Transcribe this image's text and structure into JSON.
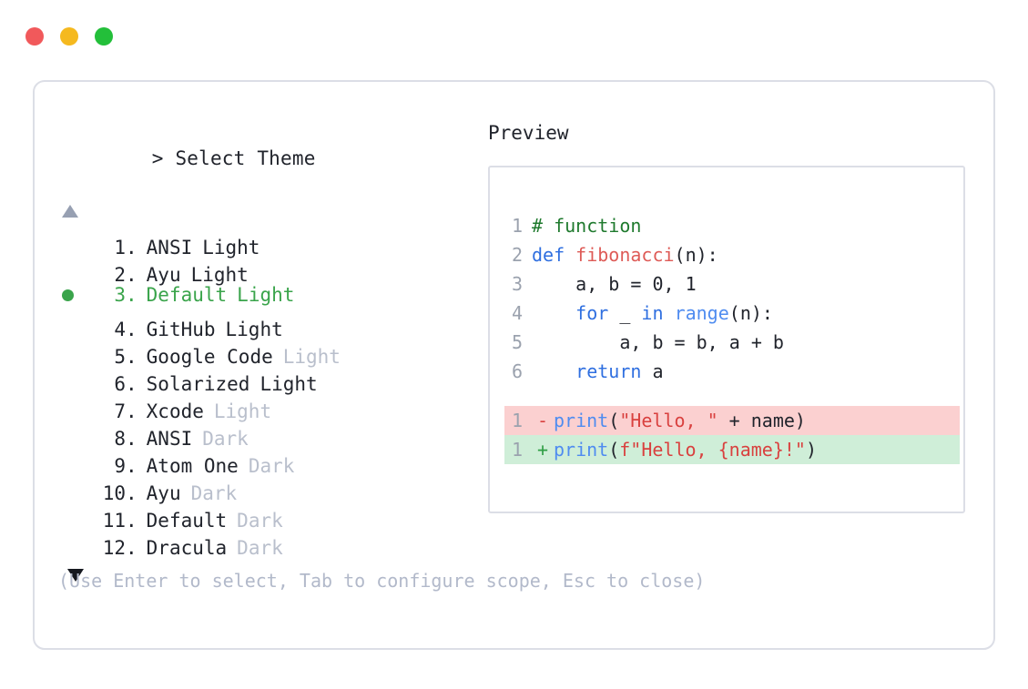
{
  "window": {
    "buttons": [
      {
        "name": "close",
        "color": "#f1595b"
      },
      {
        "name": "minimize",
        "color": "#f5b91f"
      },
      {
        "name": "maximize",
        "color": "#23bf3a"
      }
    ]
  },
  "picker": {
    "prompt_symbol": ">",
    "prompt_title": "Select Theme",
    "scroll_up_icon": "triangle-up",
    "scroll_down_icon": "triangle-down",
    "selected_index": 3,
    "selected_bullet_color": "#3aa44b",
    "items": [
      {
        "index": "1",
        "name": "ANSI",
        "variant": "Light",
        "variant_muted": false,
        "selected": false
      },
      {
        "index": "2",
        "name": "Ayu",
        "variant": "Light",
        "variant_muted": false,
        "selected": false
      },
      {
        "index": "3",
        "name": "Default",
        "variant": "Light",
        "variant_muted": false,
        "selected": true
      },
      {
        "index": "4",
        "name": "GitHub",
        "variant": "Light",
        "variant_muted": false,
        "selected": false
      },
      {
        "index": "5",
        "name": "Google Code",
        "variant": "Light",
        "variant_muted": true,
        "selected": false
      },
      {
        "index": "6",
        "name": "Solarized",
        "variant": "Light",
        "variant_muted": false,
        "selected": false
      },
      {
        "index": "7",
        "name": "Xcode",
        "variant": "Light",
        "variant_muted": true,
        "selected": false
      },
      {
        "index": "8",
        "name": "ANSI",
        "variant": "Dark",
        "variant_muted": true,
        "selected": false
      },
      {
        "index": "9",
        "name": "Atom One",
        "variant": "Dark",
        "variant_muted": true,
        "selected": false
      },
      {
        "index": "10",
        "name": "Ayu",
        "variant": "Dark",
        "variant_muted": true,
        "selected": false
      },
      {
        "index": "11",
        "name": "Default",
        "variant": "Dark",
        "variant_muted": true,
        "selected": false
      },
      {
        "index": "12",
        "name": "Dracula",
        "variant": "Dark",
        "variant_muted": true,
        "selected": false
      }
    ],
    "hint": "(Use Enter to select, Tab to configure scope, Esc to close)"
  },
  "preview": {
    "label": "Preview",
    "code_lines": [
      {
        "no": "1",
        "tokens": [
          {
            "t": "# function",
            "c": "tok-comment"
          }
        ]
      },
      {
        "no": "2",
        "tokens": [
          {
            "t": "def ",
            "c": "tok-kw"
          },
          {
            "t": "fibonacci",
            "c": "tok-fn"
          },
          {
            "t": "(n):",
            "c": "tok-plain"
          }
        ]
      },
      {
        "no": "3",
        "tokens": [
          {
            "t": "    a, b = ",
            "c": "tok-plain"
          },
          {
            "t": "0",
            "c": "tok-num"
          },
          {
            "t": ", ",
            "c": "tok-plain"
          },
          {
            "t": "1",
            "c": "tok-num"
          }
        ]
      },
      {
        "no": "4",
        "tokens": [
          {
            "t": "    ",
            "c": "tok-plain"
          },
          {
            "t": "for",
            "c": "tok-kw"
          },
          {
            "t": " _ ",
            "c": "tok-plain"
          },
          {
            "t": "in",
            "c": "tok-kw"
          },
          {
            "t": " ",
            "c": "tok-plain"
          },
          {
            "t": "range",
            "c": "tok-builtin"
          },
          {
            "t": "(n):",
            "c": "tok-plain"
          }
        ]
      },
      {
        "no": "5",
        "tokens": [
          {
            "t": "        a, b = b, a + b",
            "c": "tok-plain"
          }
        ]
      },
      {
        "no": "6",
        "tokens": [
          {
            "t": "    ",
            "c": "tok-plain"
          },
          {
            "t": "return",
            "c": "tok-kw"
          },
          {
            "t": " a",
            "c": "tok-plain"
          }
        ]
      }
    ],
    "diff_lines": [
      {
        "no": "1",
        "kind": "del",
        "sign": "-",
        "tokens": [
          {
            "t": "print",
            "c": "tok-builtin"
          },
          {
            "t": "(",
            "c": "tok-plain"
          },
          {
            "t": "\"Hello, \"",
            "c": "tok-str"
          },
          {
            "t": " + name)",
            "c": "tok-plain"
          }
        ]
      },
      {
        "no": "1",
        "kind": "add",
        "sign": "+",
        "tokens": [
          {
            "t": "print",
            "c": "tok-builtin"
          },
          {
            "t": "(",
            "c": "tok-plain"
          },
          {
            "t": "f\"Hello, {name}!\"",
            "c": "tok-str"
          },
          {
            "t": ")",
            "c": "tok-plain"
          }
        ]
      }
    ]
  },
  "colors": {
    "accent_green": "#3aa44b",
    "border": "#dcdee6",
    "muted_text": "#b9bfcc",
    "hint_text": "#b2b9ca",
    "diff_del_bg": "#fbd0d0",
    "diff_add_bg": "#cfeed8"
  }
}
